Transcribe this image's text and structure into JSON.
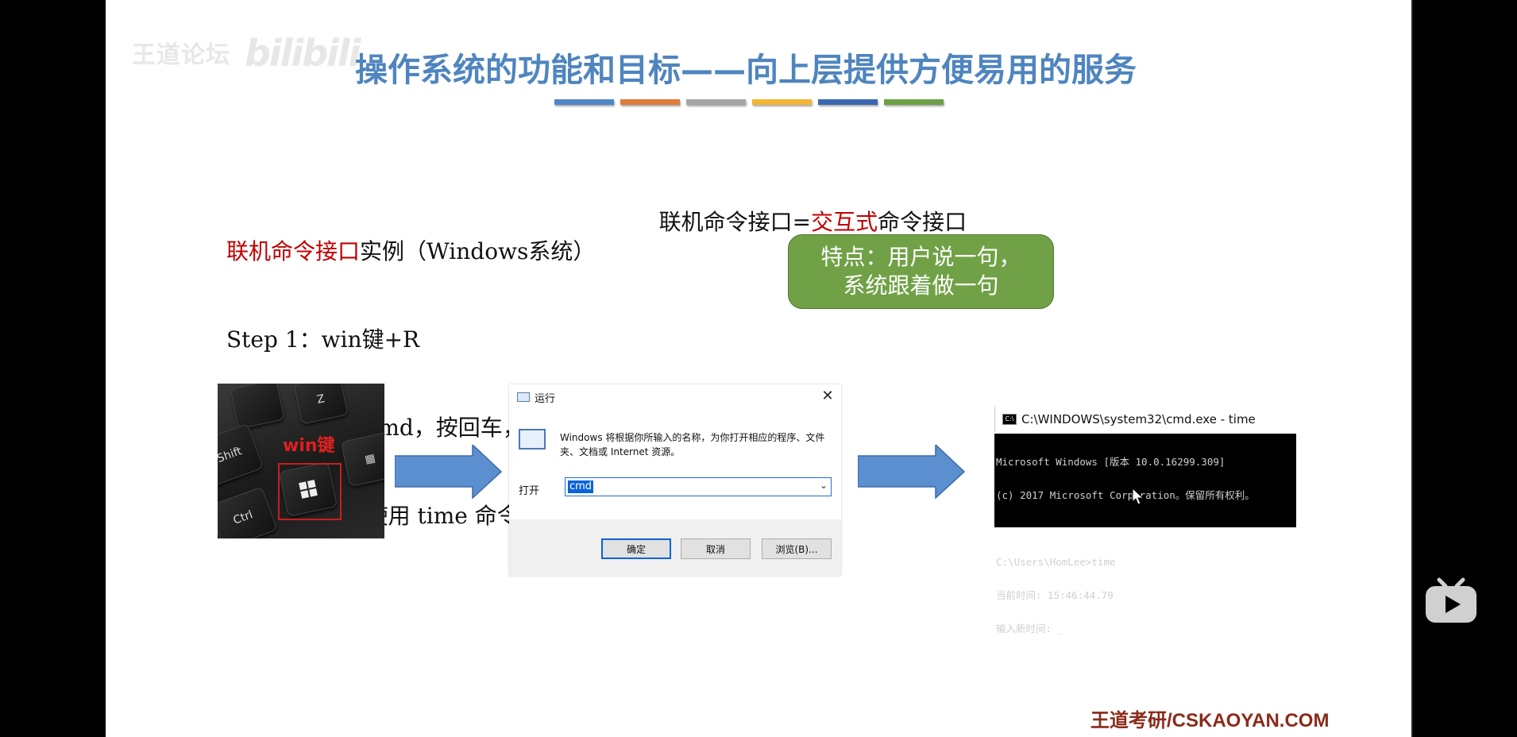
{
  "slide": {
    "watermark": "王道论坛",
    "watermark_logo": "bilibili",
    "title": "操作系统的功能和目标——向上层提供方便易用的服务",
    "color_bars": [
      "#4f86c6",
      "#e07b39",
      "#a5a5a5",
      "#f2b636",
      "#3a67b0",
      "#6ea246"
    ],
    "heading": {
      "red_part": "联机命令接口",
      "rest": "实例（Windows系统）"
    },
    "right_heading": {
      "part1": "联机命令接口=",
      "red_part": "交互式",
      "part2": "命令接口"
    },
    "steps": [
      "Step 1：win键+R",
      "Step 2：输入cmd，按回车，打开命令解释器",
      "Step 3：尝试使用 time 命令"
    ],
    "bubble": {
      "line1": "特点：用户说一句，",
      "line2": "系统跟着做一句"
    },
    "keyboard": {
      "label": "win键",
      "keys": [
        "Z",
        "Shift",
        "Ctrl"
      ]
    },
    "run_dialog": {
      "title": "运行",
      "close_glyph": "✕",
      "description": "Windows 将根据你所输入的名称，为你打开相应的程序、文件夹、文档或 Internet 资源。",
      "open_label": "打开",
      "input_value": "cmd",
      "buttons": {
        "ok": "确定",
        "cancel": "取消",
        "browse": "浏览(B)..."
      }
    },
    "cmd_window": {
      "title": "C:\\WINDOWS\\system32\\cmd.exe - time",
      "lines": [
        "Microsoft Windows [版本 10.0.16299.309]",
        "(c) 2017 Microsoft Corporation。保留所有权利。",
        "",
        "C:\\Users\\HomLee>time",
        "当前时间: 15:46:44.79",
        "输入新时间: _"
      ]
    },
    "footer_brand": "王道考研/CSKAOYAN.COM"
  }
}
